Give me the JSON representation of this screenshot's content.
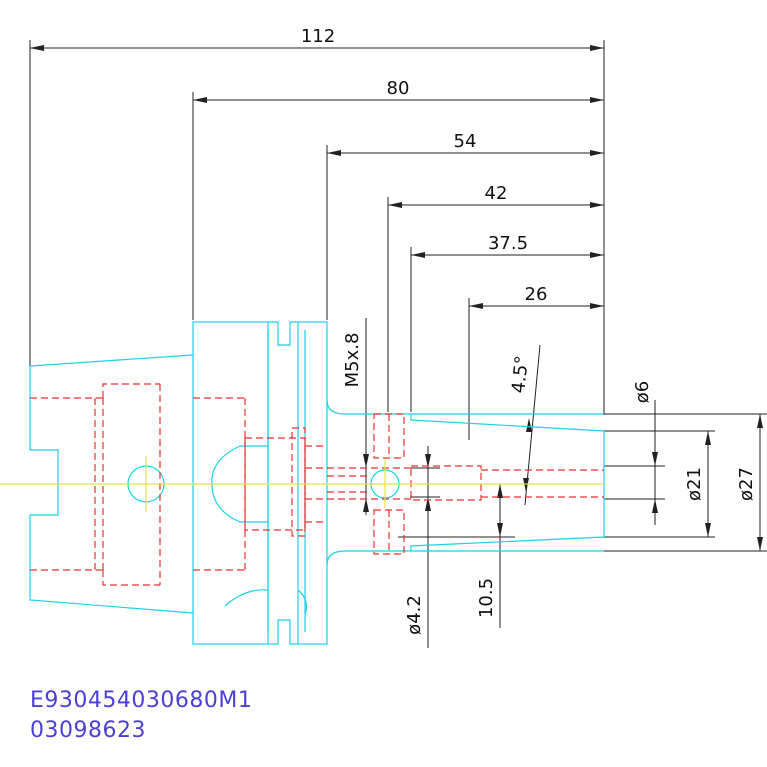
{
  "dimensions": {
    "horizontal": [
      "112",
      "80",
      "54",
      "42",
      "37.5",
      "26"
    ],
    "vertical": [
      "ø6",
      "ø21",
      "ø27",
      "M5x.8",
      "4.5°",
      "ø4.2",
      "10.5"
    ]
  },
  "part_code": "E930454030680M1",
  "part_number": "03098623",
  "colors": {
    "outline": "#14d4e8",
    "hidden_lines": "#e8322c",
    "center_line": "#e8e040",
    "dimensions": "#222222",
    "code_text": "#4a3fd6"
  }
}
